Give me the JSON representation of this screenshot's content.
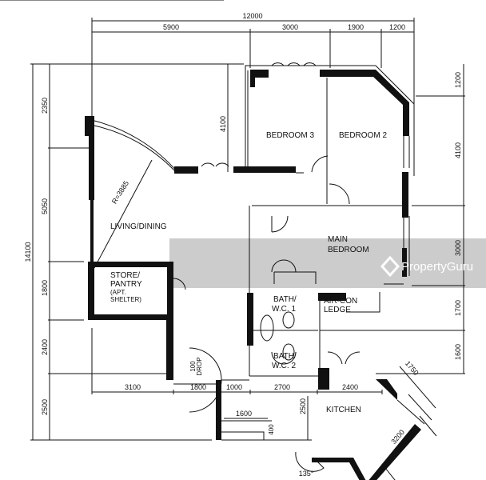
{
  "rooms": {
    "bedroom3": "BEDROOM 3",
    "bedroom2": "BEDROOM 2",
    "living": "LIVING/DINING",
    "main_line1": "MAIN",
    "main_line2": "BEDROOM",
    "store_line1": "STORE/",
    "store_line2": "PANTRY",
    "store_line3": "(APT.",
    "store_line4": "SHELTER)",
    "bath1_line1": "BATH/",
    "bath1_line2": "W.C. 1",
    "aircon_line1": "AIR-CON",
    "aircon_line2": "LEDGE",
    "bath2_line1": "BATH/",
    "bath2_line2": "W.C. 2",
    "kitchen": "KITCHEN"
  },
  "dimensions": {
    "top_total": "12000",
    "top": [
      "5900",
      "3000",
      "1900",
      "1200"
    ],
    "left_total": "14100",
    "left": [
      "2350",
      "5050",
      "1800",
      "2400",
      "2500"
    ],
    "right": [
      "1200",
      "4100",
      "3000",
      "1700",
      "1600"
    ],
    "bottom": [
      "3100",
      "1800",
      "1000",
      "2700",
      "2400"
    ],
    "living_height": "4100",
    "radius": "R=3885",
    "drop_line1": "100",
    "drop_line2": "DROP",
    "kitchen_1600": "1600",
    "kitchen_400": "400",
    "kitchen_2500": "2500",
    "kitchen_1750": "1750",
    "kitchen_3200": "3200",
    "angle": "135°"
  },
  "watermark": "PropertyGuru",
  "colors": {
    "band": "#cccccc",
    "ink": "#111111"
  }
}
